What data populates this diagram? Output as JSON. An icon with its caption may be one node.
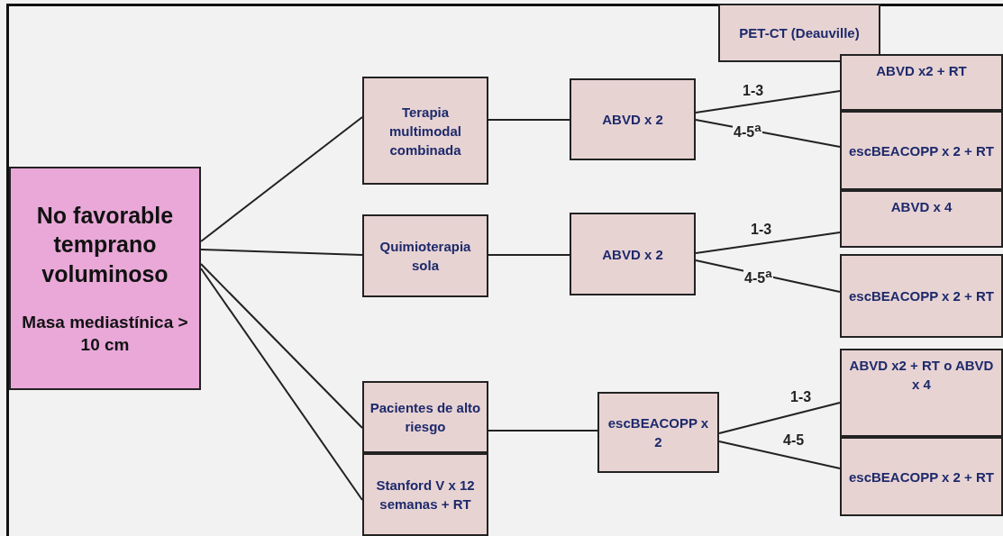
{
  "diagram": {
    "nodes": [
      {
        "text": [
          "No favorable temprano voluminoso",
          "Masa mediastínica > 10 cm"
        ]
      },
      {
        "text": [
          "PET-CT (Deauville)"
        ]
      },
      {
        "text": [
          "Terapia multimodal combinada"
        ]
      },
      {
        "text": [
          "ABVD x 2"
        ]
      },
      {
        "text": [
          "ABVD x2 + RT"
        ]
      },
      {
        "text": [
          "escBEACOPP x 2 + RT"
        ]
      },
      {
        "text": [
          "ABVD x 4"
        ]
      },
      {
        "text": [
          "Quimioterapia sola"
        ]
      },
      {
        "text": [
          "ABVD x 2"
        ]
      },
      {
        "text": [
          "escBEACOPP x 2 + RT"
        ]
      },
      {
        "text": [
          "ABVD x2 + RT o ABVD x 4"
        ]
      },
      {
        "text": [
          "Pacientes de alto riesgo"
        ]
      },
      {
        "text": [
          "escBEACOPP x 2"
        ]
      },
      {
        "text": [
          "escBEACOPP x 2 + RT"
        ]
      },
      {
        "text": [
          "Stanford V x 12 semanas + RT"
        ]
      }
    ],
    "edges": [
      {
        "from": 0,
        "to": 2,
        "arrow": "none"
      },
      {
        "from": 0,
        "to": 7,
        "arrow": "none"
      },
      {
        "from": 0,
        "to": 11,
        "arrow": "none"
      },
      {
        "from": 0,
        "to": 14,
        "arrow": "none"
      },
      {
        "from": 2,
        "to": 3,
        "arrow": "none"
      },
      {
        "from": 7,
        "to": 8,
        "arrow": "none"
      },
      {
        "from": 11,
        "to": 12,
        "arrow": "none"
      },
      {
        "from": 3,
        "to": 4,
        "arrow": "none",
        "label": "1-3"
      },
      {
        "from": 3,
        "to": 5,
        "arrow": "none",
        "label": "4-5$^{a}$"
      },
      {
        "from": 8,
        "to": 6,
        "arrow": "none",
        "label": "1-3"
      },
      {
        "from": 8,
        "to": 9,
        "arrow": "none",
        "label": "4-5$^{a}$"
      },
      {
        "from": 12,
        "to": 10,
        "arrow": "none",
        "label": "1-3"
      },
      {
        "from": 12,
        "to": 13,
        "arrow": "none",
        "label": "4-5"
      }
    ]
  }
}
